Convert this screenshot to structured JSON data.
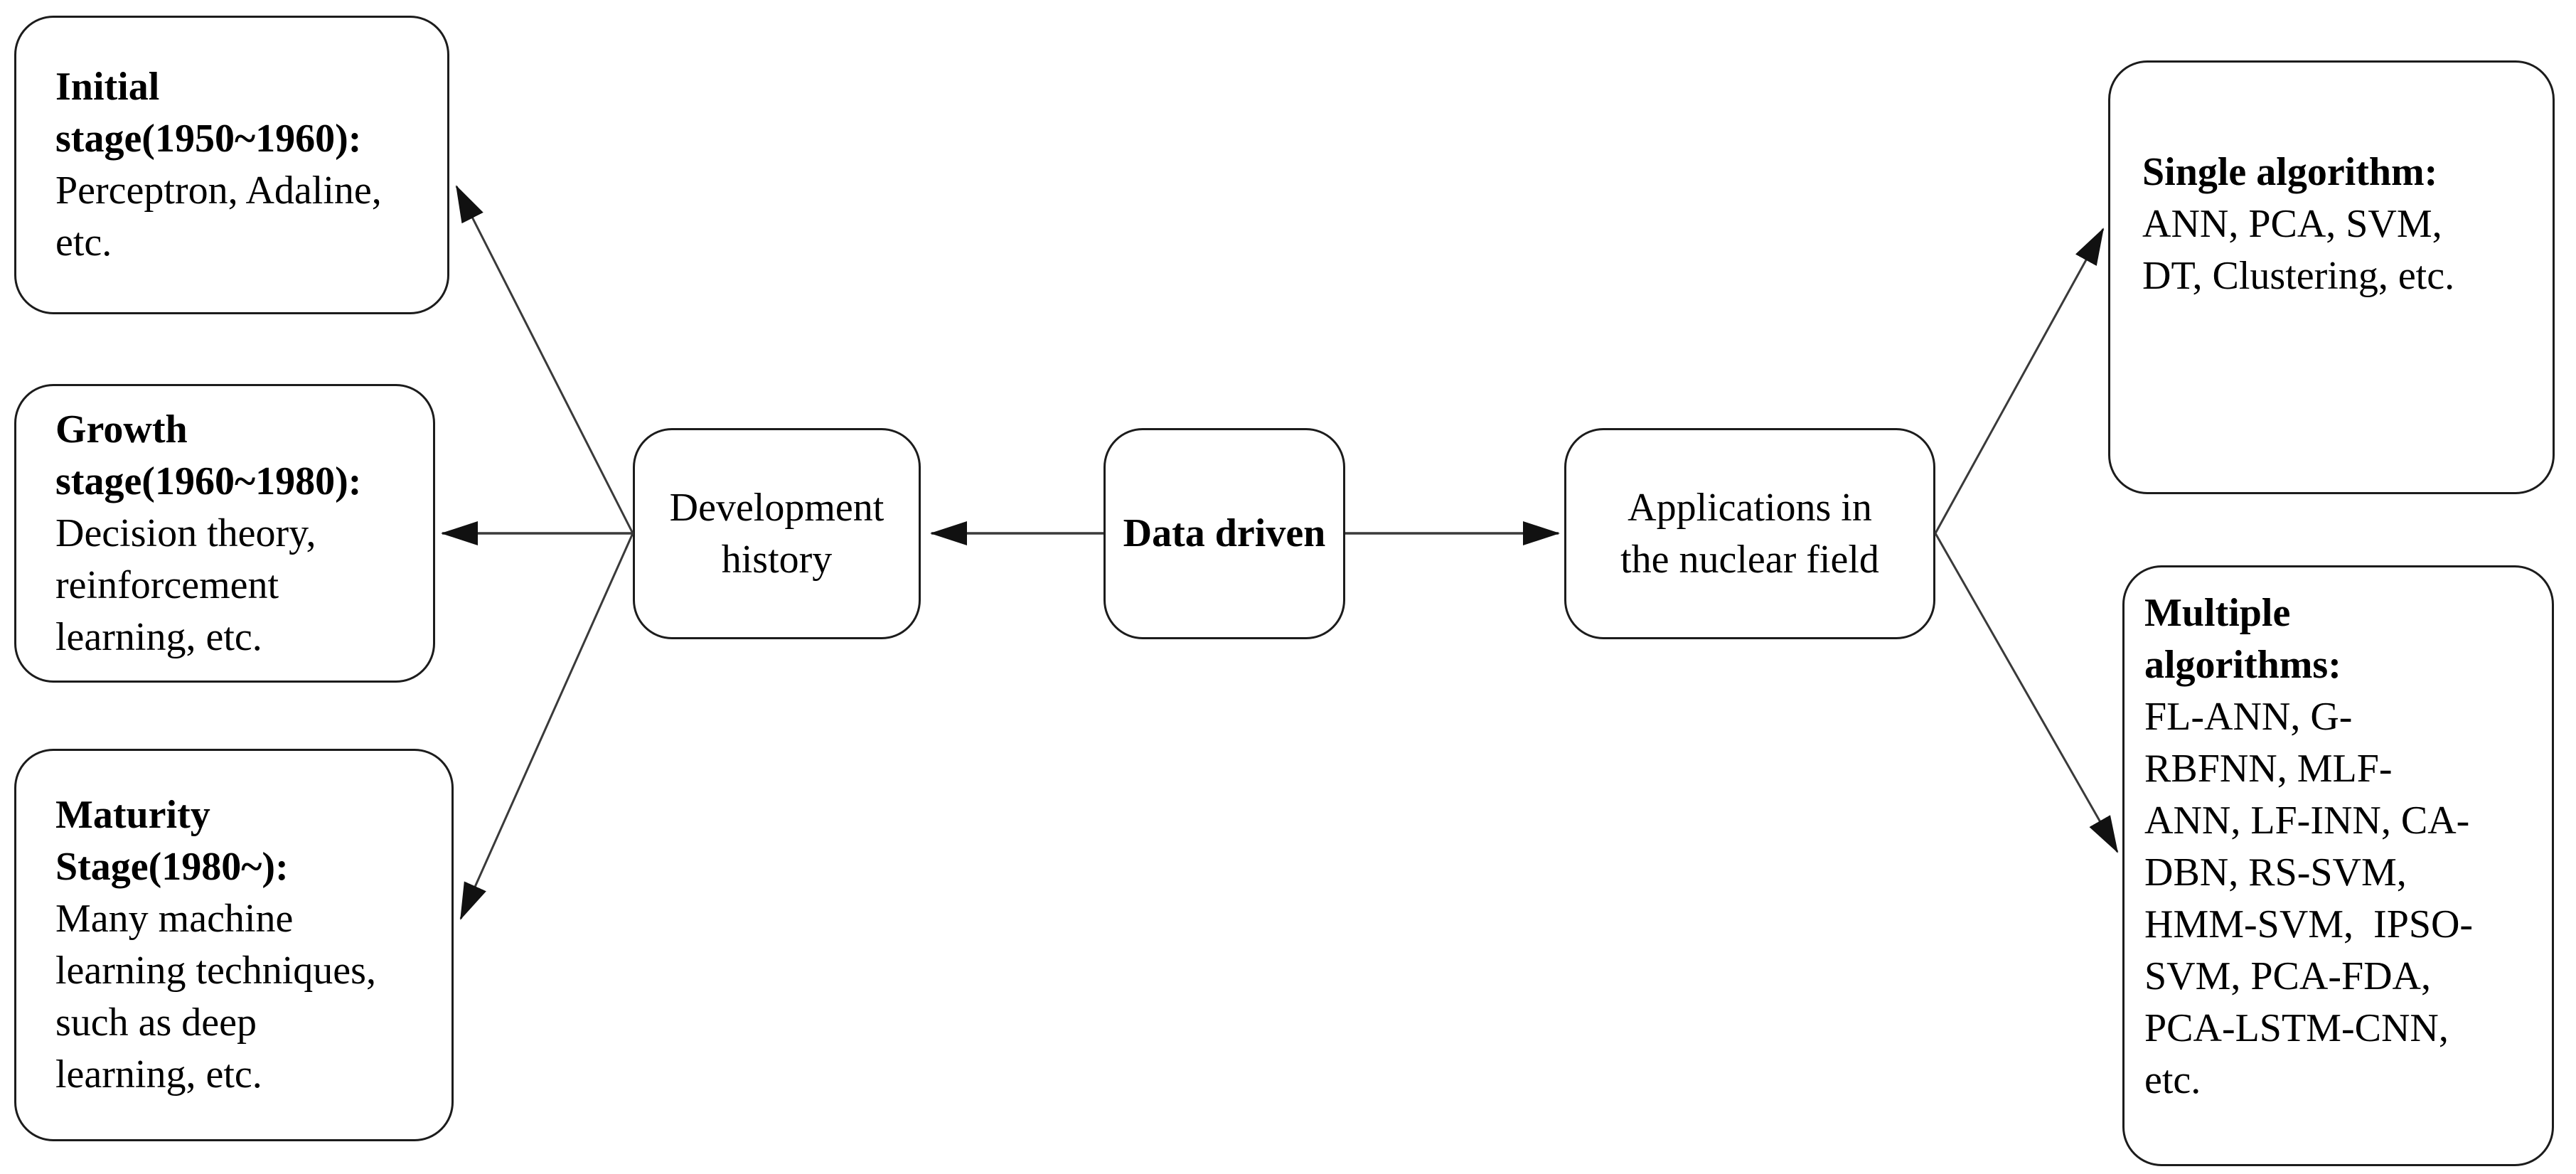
{
  "figure": {
    "background": "#ffffff",
    "border_color": "#1c1c1c",
    "line_color": "#3a3a3a",
    "arrowhead_color": "#111111",
    "text_color": "#000000"
  },
  "nodes": {
    "data_driven": {
      "label": "Data driven"
    },
    "development_history": {
      "label": "Development\nhistory"
    },
    "applications": {
      "label": "Applications in\nthe nuclear field"
    },
    "initial_stage": {
      "title": "Initial\nstage(1950~1960):",
      "body": "Perceptron, Adaline,\netc."
    },
    "growth_stage": {
      "title": "Growth\nstage(1960~1980):",
      "body": "Decision theory,\nreinforcement\nlearning, etc."
    },
    "maturity_stage": {
      "title": "Maturity\nStage(1980~):",
      "body": "Many machine\nlearning techniques,\nsuch as deep\nlearning, etc."
    },
    "single_algorithm": {
      "title": "Single algorithm:",
      "body": "ANN, PCA, SVM,\nDT, Clustering, etc."
    },
    "multiple_algorithms": {
      "title": "Multiple\nalgorithms:",
      "body": "FL-ANN, G-\nRBFNN, MLF-\nANN, LF-INN, CA-\nDBN, RS-SVM,\nHMM-SVM,  IPSO-\nSVM, PCA-FDA,\nPCA-LSTM-CNN,\netc."
    }
  }
}
